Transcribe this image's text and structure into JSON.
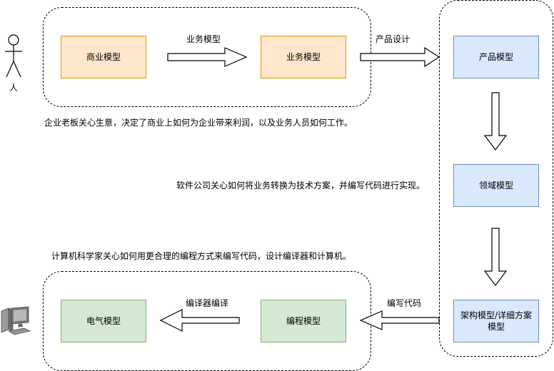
{
  "groups": {
    "business": "",
    "product": "",
    "engineering": ""
  },
  "boxes": {
    "commercial_model": "商业模型",
    "business_model": "业务模型",
    "product_model": "产品模型",
    "domain_model": "领域模型",
    "architecture_model": "架构模型/详细方案模型",
    "coding_model": "编程模型",
    "electrical_model": "电气模型"
  },
  "edge_labels": {
    "commercial_to_business": "业务模型",
    "business_to_product": "产品设计",
    "architecture_to_coding": "编写代码",
    "coding_to_electrical": "编译器编译"
  },
  "notes": {
    "boss": "企业老板关心生意，决定了商业上如何为企业带来利润，以及业务人员如何工作。",
    "software_company": "软件公司关心如何将业务转换为技术方案，并编写代码进行实现。",
    "computer_scientist": "计算机科学家关心如何用更合理的编程方式来编写代码，设计编译器和计算机。"
  },
  "actors": {
    "person": "人",
    "computer": "computer-icon"
  }
}
